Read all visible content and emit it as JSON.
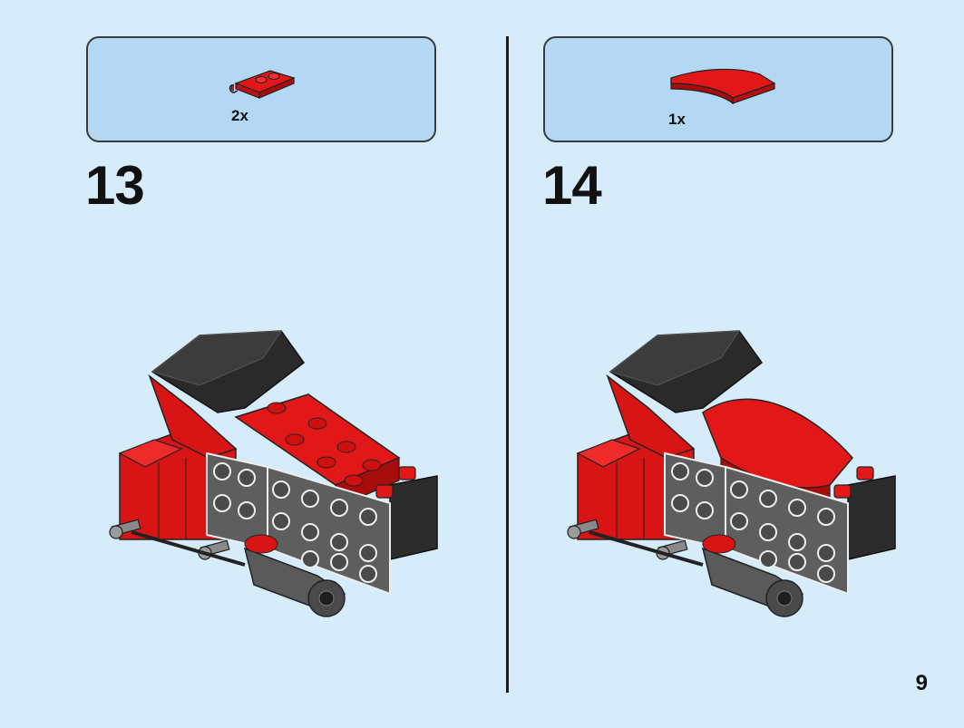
{
  "steps": [
    {
      "number": "13",
      "part_quantity": "2x",
      "part_name": "red-plate-with-clip"
    },
    {
      "number": "14",
      "part_quantity": "1x",
      "part_name": "red-curved-slope"
    }
  ],
  "page_number": "9",
  "colors": {
    "background": "#d6ecfa",
    "parts_box": "#b4d8f4",
    "brick_red": "#d81414",
    "brick_dark": "#2c2c2c",
    "plate_gray": "#6b6b6b"
  }
}
